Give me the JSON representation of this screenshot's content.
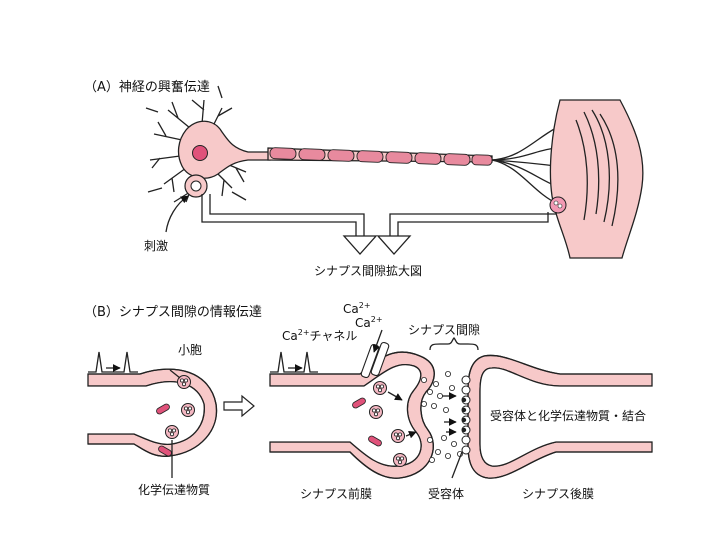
{
  "panel_a": {
    "title": "（A）神経の興奮伝達",
    "stimulus_label": "刺激",
    "enlarge_label": "シナプス間隙拡大図"
  },
  "panel_b": {
    "title": "（B）シナプス間隙の情報伝達",
    "vesicle_label": "小胞",
    "neurotransmitter_label": "化学伝達物質",
    "ca_label": "Ca",
    "ca_charge": "2+",
    "ca_channel_label": "チャネル",
    "synaptic_cleft_label": "シナプス間隙",
    "receptor_binding_label": "受容体と化学伝達物質・結合",
    "presynaptic_label": "シナプス前膜",
    "receptor_label": "受容体",
    "postsynaptic_label": "シナプス後膜"
  },
  "colors": {
    "membrane_pink": "#f7c9c9",
    "accent_magenta": "#e0527a",
    "vesicle_pink": "#f4b7c2"
  }
}
